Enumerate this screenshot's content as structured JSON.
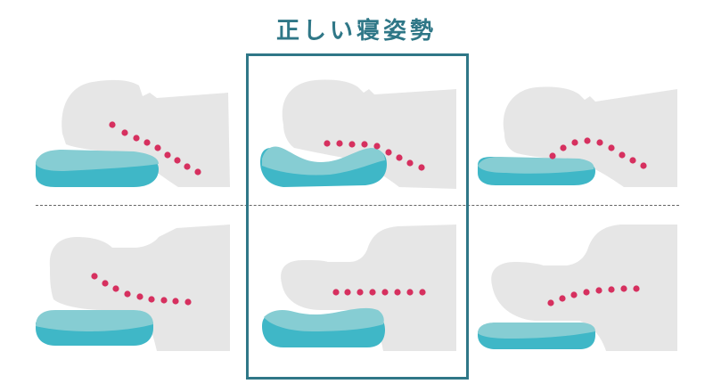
{
  "title": "正しい寝姿勢",
  "colors": {
    "title": "#2f7787",
    "frame": "#2f7787",
    "body": "#e6e6e6",
    "pillow_top": "#86cdd3",
    "pillow_side": "#3fb7c7",
    "dots": "#d6305f"
  },
  "highlighted_column": "middle",
  "icons": [
    "head-silhouette",
    "pillow",
    "spine-dots"
  ]
}
